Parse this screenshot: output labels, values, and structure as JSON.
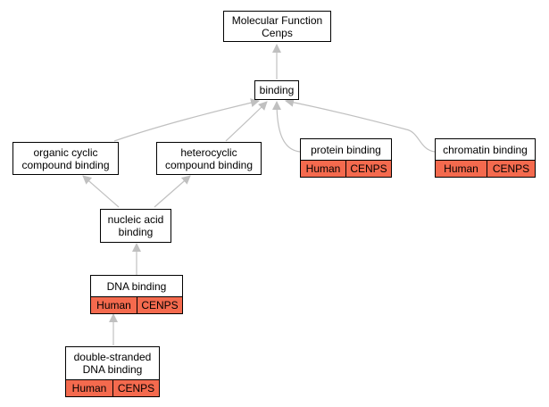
{
  "nodes": {
    "root": {
      "label": "Molecular Function\nCenps"
    },
    "binding": {
      "label": "binding"
    },
    "organic": {
      "label": "organic cyclic\ncompound binding"
    },
    "hetero": {
      "label": "heterocyclic\ncompound binding"
    },
    "protein": {
      "label": "protein binding",
      "species": "Human",
      "gene": "CENPS"
    },
    "chromatin": {
      "label": "chromatin binding",
      "species": "Human",
      "gene": "CENPS"
    },
    "nucleic": {
      "label": "nucleic acid\nbinding"
    },
    "dna": {
      "label": "DNA binding",
      "species": "Human",
      "gene": "CENPS"
    },
    "dsdna": {
      "label": "double-stranded\nDNA binding",
      "species": "Human",
      "gene": "CENPS"
    }
  },
  "colors": {
    "annotation_fill": "#f46a4e",
    "edge": "#c0c0c0",
    "border": "#000000"
  }
}
